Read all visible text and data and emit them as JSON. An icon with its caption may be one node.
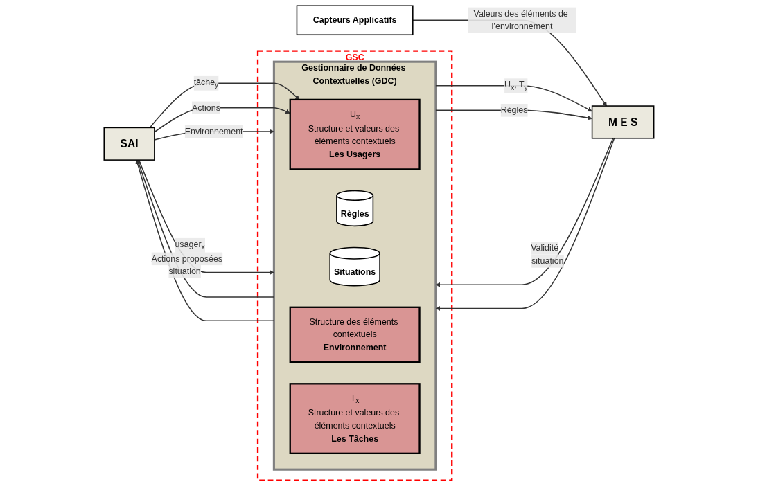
{
  "diagram": {
    "nodes": [
      {
        "text": [
          "SAI"
        ]
      },
      {
        "text": [
          "GSC"
        ]
      },
      {
        "text": [
          "Gestionnaire de Données Contextuelles (GDC)"
        ],
        "in": 1
      },
      {
        "text": [
          "Règles"
        ],
        "in": 2
      },
      {
        "text": [
          "Situations"
        ],
        "in": 2
      },
      {
        "text": [
          "U$_{x}$",
          "Structure et valeurs des éléments contextuels",
          "Les Usagers"
        ],
        "in": 2
      },
      {
        "text": [
          "Structure des éléments contextuels",
          "Environnement"
        ],
        "in": 2
      },
      {
        "text": [
          "T$_{x}$",
          "Structure et valeurs des éléments contextuels",
          "Les Tâches"
        ],
        "in": 2
      },
      {
        "text": [
          "M E S"
        ]
      },
      {
        "text": [
          "Capteurs Applicatifs"
        ]
      }
    ],
    "edges": [
      {
        "from": 0,
        "to": 2,
        "label": "Environnement",
        "arrow": "to"
      },
      {
        "from": 0,
        "to": 2,
        "label": "usager$_{x}$",
        "arrow": "to"
      },
      {
        "from": 0,
        "to": 5,
        "label": "tâche$_{y}$",
        "arrow": "to"
      },
      {
        "from": 0,
        "to": 5,
        "label": "Actions",
        "arrow": "to"
      },
      {
        "from": 2,
        "to": 0,
        "label": "Actions proposées",
        "arrow": "to"
      },
      {
        "from": 2,
        "to": 0,
        "label": "situation",
        "arrow": "to"
      },
      {
        "from": 2,
        "to": 8,
        "label": "U$_{x}$, T$_{y}$",
        "arrow": "to"
      },
      {
        "from": 2,
        "to": 8,
        "label": "Règles",
        "arrow": "to"
      },
      {
        "from": 8,
        "to": 2,
        "label": "Validité",
        "arrow": "to"
      },
      {
        "from": 8,
        "to": 2,
        "label": "situation",
        "arrow": "to"
      },
      {
        "from": 9,
        "to": 8,
        "label": "Valeurs des éléments de l’environnement",
        "arrow": "to"
      }
    ]
  }
}
